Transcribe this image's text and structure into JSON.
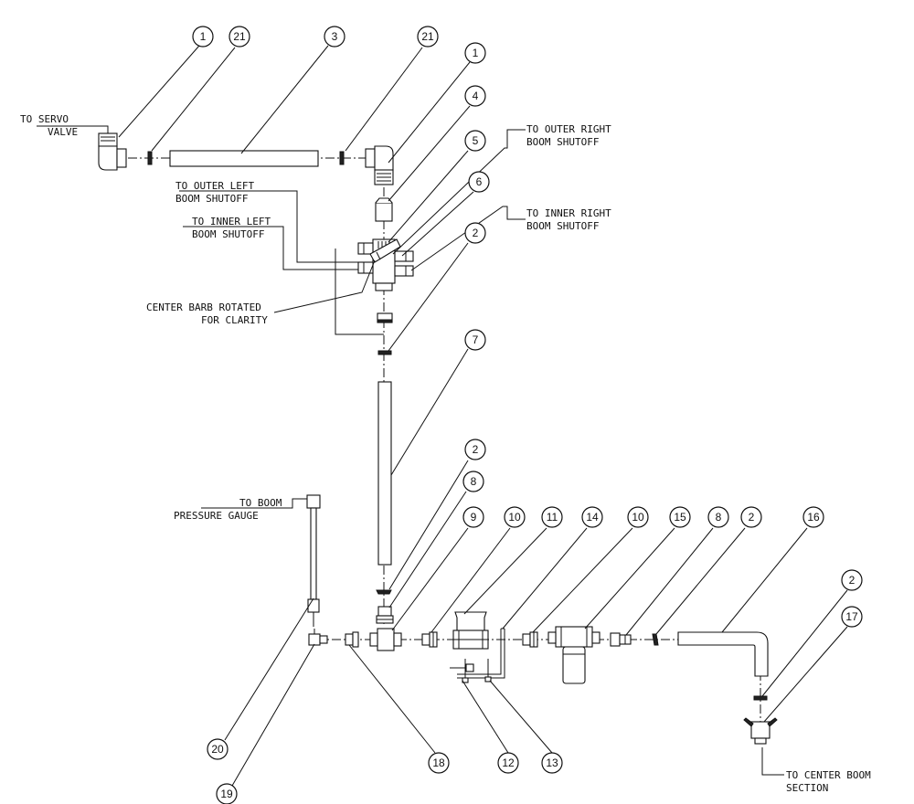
{
  "labels": {
    "servo_1": "TO SERVO",
    "servo_2": "VALVE",
    "outer_right_1": "TO OUTER RIGHT",
    "outer_right_2": "BOOM SHUTOFF",
    "outer_left_1": "TO OUTER LEFT",
    "outer_left_2": "BOOM SHUTOFF",
    "inner_right_1": "TO INNER RIGHT",
    "inner_right_2": "BOOM SHUTOFF",
    "inner_left_1": "TO INNER LEFT",
    "inner_left_2": "BOOM SHUTOFF",
    "center_barb_1": "CENTER BARB ROTATED",
    "center_barb_2": "FOR CLARITY",
    "gauge_1": "TO BOOM",
    "gauge_2": "PRESSURE GAUGE",
    "center_boom_1": "TO CENTER BOOM",
    "center_boom_2": "SECTION"
  },
  "callouts": [
    {
      "id": "c1a",
      "text": "1"
    },
    {
      "id": "c21a",
      "text": "21"
    },
    {
      "id": "c3",
      "text": "3"
    },
    {
      "id": "c21b",
      "text": "21"
    },
    {
      "id": "c1b",
      "text": "1"
    },
    {
      "id": "c4",
      "text": "4"
    },
    {
      "id": "c5",
      "text": "5"
    },
    {
      "id": "c6",
      "text": "6"
    },
    {
      "id": "c2a",
      "text": "2"
    },
    {
      "id": "c7",
      "text": "7"
    },
    {
      "id": "c2b",
      "text": "2"
    },
    {
      "id": "c8a",
      "text": "8"
    },
    {
      "id": "c9",
      "text": "9"
    },
    {
      "id": "c10a",
      "text": "10"
    },
    {
      "id": "c11",
      "text": "11"
    },
    {
      "id": "c14",
      "text": "14"
    },
    {
      "id": "c10b",
      "text": "10"
    },
    {
      "id": "c15",
      "text": "15"
    },
    {
      "id": "c8b",
      "text": "8"
    },
    {
      "id": "c2c",
      "text": "2"
    },
    {
      "id": "c16",
      "text": "16"
    },
    {
      "id": "c2d",
      "text": "2"
    },
    {
      "id": "c17",
      "text": "17"
    },
    {
      "id": "c20",
      "text": "20"
    },
    {
      "id": "c19",
      "text": "19"
    },
    {
      "id": "c18",
      "text": "18"
    },
    {
      "id": "c12",
      "text": "12"
    },
    {
      "id": "c13",
      "text": "13"
    }
  ]
}
